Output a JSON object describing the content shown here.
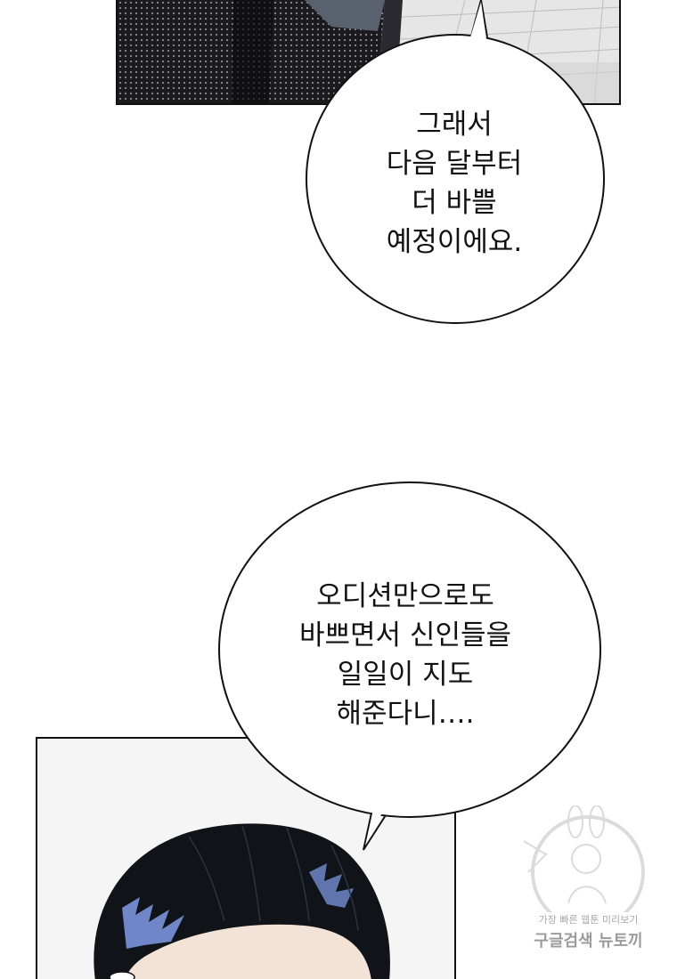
{
  "bubble_top": {
    "lines": [
      "그래서",
      "다음 달부터",
      "더 바쁠",
      "예정이에요."
    ]
  },
  "bubble_bottom": {
    "lines": [
      "오디션만으로도",
      "바쁘면서 신인들을",
      "일일이 지도",
      "해준다니…."
    ]
  },
  "watermark": {
    "line1": "가장 빠른 웹툰 미리보기",
    "line2": "구글검색 뉴토끼"
  },
  "colors": {
    "ink": "#111111",
    "hair": "#101418",
    "hair_highlight": "#6f86c8",
    "skin": "#f3e3d6",
    "floor": "#d9d9d9",
    "background": "#ffffff"
  }
}
